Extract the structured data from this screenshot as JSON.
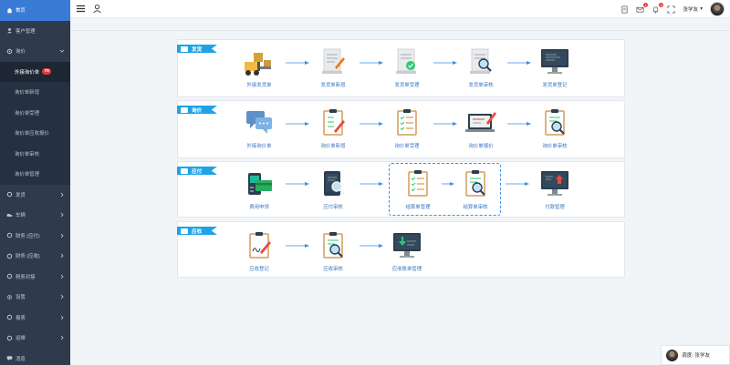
{
  "sidebar": {
    "items": [
      {
        "label": "首页",
        "icon": "home-icon",
        "active": true
      },
      {
        "label": "客户管理",
        "icon": "user-icon"
      },
      {
        "label": "询价",
        "icon": "settings-icon",
        "expanded": true
      }
    ],
    "sub_items": [
      {
        "label": "外接询价单",
        "badge": "79"
      },
      {
        "label": "询价单新增"
      },
      {
        "label": "询价单受理"
      },
      {
        "label": "询价单应收报价"
      },
      {
        "label": "询价单审核"
      },
      {
        "label": "询价单管理"
      }
    ],
    "more_items": [
      {
        "label": "发货",
        "icon": "settings-icon"
      },
      {
        "label": "车辆",
        "icon": "truck-icon"
      },
      {
        "label": "财务 (应付)",
        "icon": "settings-icon"
      },
      {
        "label": "财务 (应收)",
        "icon": "settings-icon"
      },
      {
        "label": "税务对接",
        "icon": "settings-icon"
      },
      {
        "label": "设置",
        "icon": "gear-icon"
      },
      {
        "label": "报表",
        "icon": "settings-icon"
      },
      {
        "label": "运维",
        "icon": "settings-icon"
      },
      {
        "label": "消息",
        "icon": "message-icon"
      }
    ]
  },
  "header": {
    "mail_badge": "1",
    "bell_badge": "0",
    "user_name": "张学友"
  },
  "panels": {
    "shipping": {
      "tag": "发货",
      "steps": [
        "外接发货单",
        "发货单新增",
        "发货单受理",
        "发货单审核",
        "发货单登记"
      ]
    },
    "inquiry": {
      "tag": "询价",
      "steps": [
        "外接询价单",
        "询价单新增",
        "询价单受理",
        "询价单报价",
        "询价单审核"
      ]
    },
    "payable": {
      "tag": "应付",
      "steps": [
        "费用申领",
        "应付审核",
        "结算单管理",
        "结算单审核",
        "付款管理"
      ]
    },
    "receivable": {
      "tag": "应收",
      "steps": [
        "应收登记",
        "应收审核",
        "应收账单管理"
      ]
    }
  },
  "chat": {
    "label": "调度: 张学友"
  },
  "colors": {
    "sidebar_bg": "#2f3b4c",
    "active": "#3a7bd5",
    "tag": "#1ea3e6",
    "label": "#3a77c0"
  }
}
